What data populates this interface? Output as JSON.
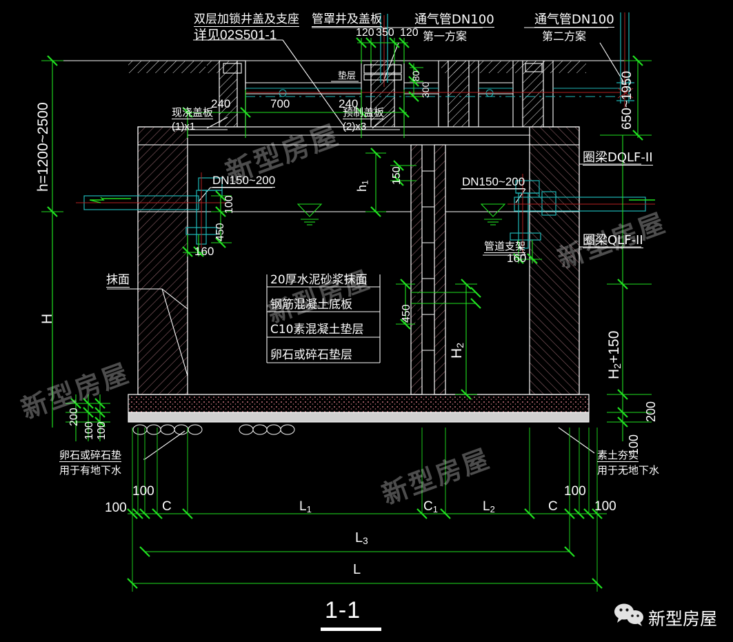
{
  "drawing": {
    "title": "1-1",
    "watermark_text": "新型房屋",
    "wechat_label": "新型房屋"
  },
  "colors": {
    "background": "#000000",
    "outline": "#ffffff",
    "dimension": "#21e421",
    "pipe_cyan": "#1fb8b8",
    "pipe_red": "#b62222",
    "hatch_pink": "#8a5a63",
    "concrete": "#d8d8d8"
  },
  "top_labels": [
    {
      "id": "manhole-cover",
      "line1": "双层加锁井盖及支座",
      "line2": "详见02S501-1"
    },
    {
      "id": "pipe-shaft",
      "line1": "管罩井及盖板",
      "line2": ""
    },
    {
      "id": "vent-pipe-1",
      "line1": "通气管DN100",
      "line2": "第一方案"
    },
    {
      "id": "vent-pipe-2",
      "line1": "通气管DN100",
      "line2": "第二方案"
    }
  ],
  "dimensions": {
    "top_small": [
      "120",
      "350",
      "120"
    ],
    "vent_vertical": [
      "80",
      "300"
    ],
    "left_height": "h=1200~2500",
    "right_height": "650~1950",
    "cover_left": "240",
    "cover_span": "700",
    "cover_right": "240",
    "h1": "h1",
    "one_fifty": "150",
    "inlet_450": "450",
    "inlet_100": "100",
    "inlet_160": "160",
    "outlet_160": "160",
    "H": "H",
    "H2": "H2",
    "H2_150": "H2+150",
    "right_200": "200",
    "right_100": "100",
    "left_200": "200",
    "left_100a": "100",
    "left_100b": "100",
    "bottom_100_a": "100",
    "bottom_100_b": "100",
    "bottom_C_left": "C",
    "bottom_L1": "L1",
    "bottom_C1": "C1",
    "bottom_L2": "L2",
    "bottom_C_right": "C",
    "bottom_100_c": "100",
    "bottom_100_d": "100",
    "bottom_L3": "L3",
    "bottom_L": "L"
  },
  "annotations": {
    "cast_in_place": {
      "line1": "现浇盖板",
      "line2": "(1)x1"
    },
    "precast": {
      "line1": "预制盖板",
      "line2": "(2)x3"
    },
    "bedding_layer": "垫层",
    "ring_beam_right_top": "圈梁DQLF-II",
    "ring_beam_right_mid": "圈梁QLF-II",
    "inlet_pipe": "DN150~200",
    "outlet_pipe": "DN150~200",
    "pipe_support": "管道支架",
    "plaster": "抹面",
    "gravel_note": {
      "line1": "卵石或碎石垫",
      "line2": "用于有地下水"
    },
    "compacted_note": {
      "line1": "素土夯实",
      "line2": "用于无地下水"
    }
  },
  "center_notes": [
    "20厚水泥砂浆抹面",
    "钢筋混凝土底板",
    "C10素混凝土垫层",
    "卵石或碎石垫层"
  ]
}
